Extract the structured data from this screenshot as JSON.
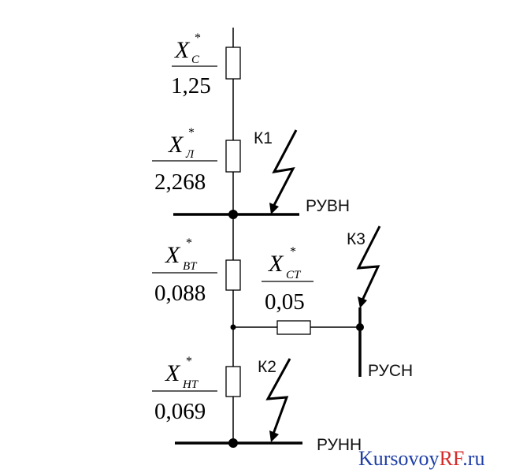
{
  "elements": [
    {
      "symbol": "X",
      "sub": "C",
      "star": "*",
      "value": "1,25"
    },
    {
      "symbol": "X",
      "sub": "Л",
      "star": "*",
      "value": "2,268"
    },
    {
      "symbol": "X",
      "sub": "BT",
      "star": "*",
      "value": "0,088"
    },
    {
      "symbol": "X",
      "sub": "CT",
      "star": "*",
      "value": "0,05"
    },
    {
      "symbol": "X",
      "sub": "HT",
      "star": "*",
      "value": "0,069"
    }
  ],
  "faults": [
    "К1",
    "К2",
    "К3"
  ],
  "buses": [
    "РУВН",
    "РУСН",
    "РУНН"
  ],
  "watermark": {
    "part1": "Kursovoy",
    "part2": "RF",
    "part3": ".ru"
  }
}
